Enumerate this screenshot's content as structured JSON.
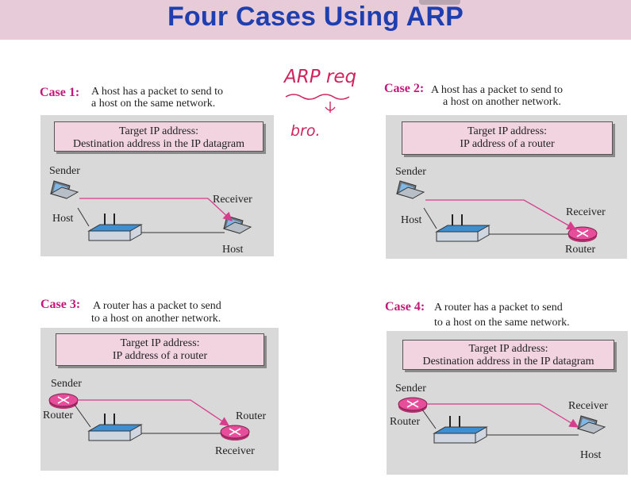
{
  "title": "Four Cases Using ARP",
  "annotation": {
    "line1": "ARP req",
    "line2": "bro."
  },
  "cases": [
    {
      "label": "Case 1:",
      "desc1": "A host has a packet to send to",
      "desc2": "a host on the same network.",
      "target1": "Target IP address:",
      "target2": "Destination address in the IP datagram",
      "sender_label": "Sender",
      "sender_type": "Host",
      "receiver_label": "Receiver",
      "receiver_type": "Host"
    },
    {
      "label": "Case 2:",
      "desc1": "A host has a packet to send to",
      "desc2": "a host on another network.",
      "target1": "Target IP address:",
      "target2": "IP address of a router",
      "sender_label": "Sender",
      "sender_type": "Host",
      "receiver_label": "Receiver",
      "receiver_type": "Router"
    },
    {
      "label": "Case 3:",
      "desc1": "A router has a packet to send",
      "desc2": "to a host on another network.",
      "target1": "Target IP address:",
      "target2": "IP address of a router",
      "sender_label": "Sender",
      "sender_type": "Router",
      "receiver_label": "Router",
      "receiver_type": "Receiver"
    },
    {
      "label": "Case 4:",
      "desc1": "A router has a packet to send",
      "desc2": "to a host on the same network.",
      "target1": "Target IP address:",
      "target2": "Destination address in the IP datagram",
      "sender_label": "Sender",
      "sender_type": "Router",
      "receiver_label": "Receiver",
      "receiver_type": "Host"
    }
  ],
  "colors": {
    "title": "#1f3fb0",
    "case_label": "#c2187a",
    "arrow": "#d63d8c",
    "router": "#e64d9a",
    "switch": "#3d8fd1",
    "panel": "#d9d9d9",
    "target_box": "#f2d4e1"
  }
}
